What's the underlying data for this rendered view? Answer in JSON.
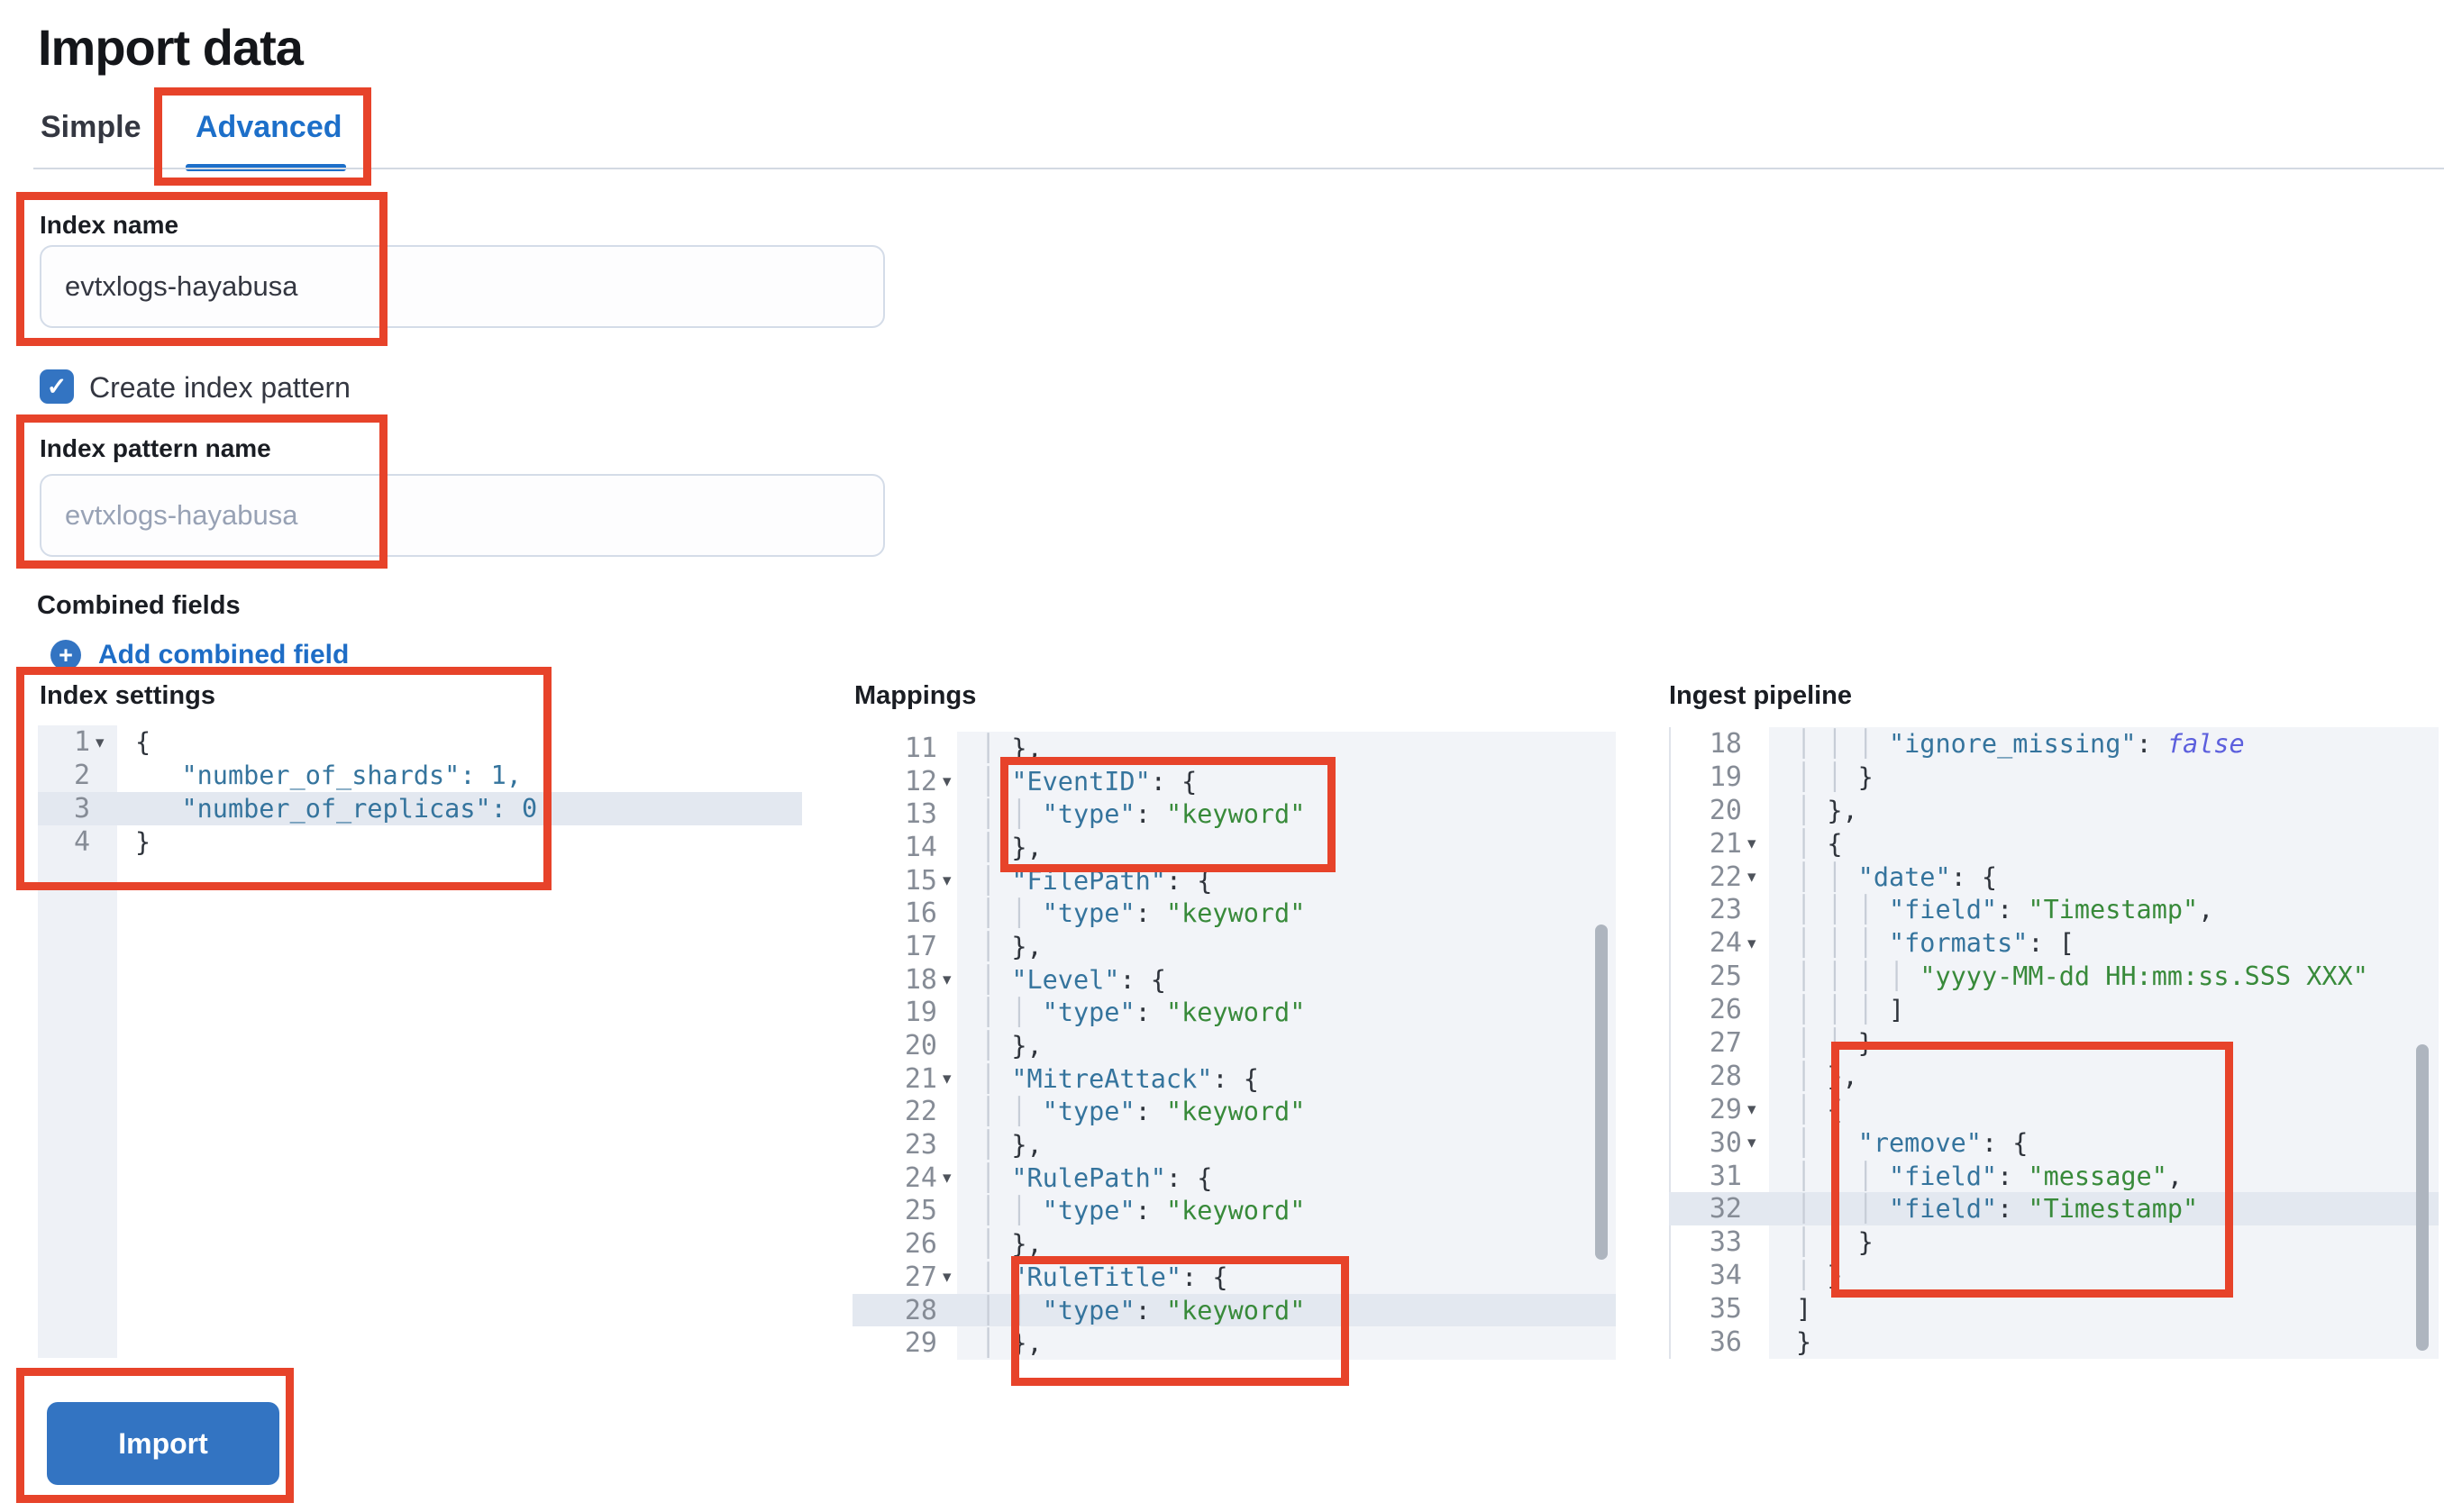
{
  "page": {
    "title": "Import data"
  },
  "tabs": {
    "simple": "Simple",
    "advanced": "Advanced"
  },
  "form": {
    "index_name_label": "Index name",
    "index_name_value": "evtxlogs-hayabusa",
    "create_index_pattern_label": "Create index pattern",
    "create_index_pattern_checked": true,
    "index_pattern_label": "Index pattern name",
    "index_pattern_placeholder": "evtxlogs-hayabusa",
    "combined_fields_label": "Combined fields",
    "add_combined_field_label": "Add combined field",
    "import_button_label": "Import"
  },
  "ui": {
    "check_icon_glyph": "✓",
    "add_icon_glyph": "+",
    "fold_icon_glyph": "▾"
  },
  "colors": {
    "accent_blue": "#3374c2",
    "active_tab_blue": "#1d6fc9",
    "link_blue": "#1e6dc6",
    "annotation_red": "#e7432a",
    "code_key_blue": "#35749d",
    "code_string_green": "#388a3a",
    "code_constant_violet": "#5c5fdd",
    "row_highlight": "#e3e8f0"
  },
  "annotations": [
    "advanced-tab",
    "index-name-field",
    "index-pattern-field",
    "index-settings-editor",
    "mappings-eventid-block",
    "mappings-ruletitle-block",
    "ingest-remove-block",
    "import-button"
  ],
  "editors": [
    {
      "label": "Index settings",
      "highlight_line": 3,
      "lines": [
        {
          "n": 1,
          "fold": true,
          "segs": [
            [
              "b",
              "{"
            ]
          ]
        },
        {
          "n": 2,
          "segs": [
            [
              "k",
              "   \"number_of_shards\": 1,"
            ]
          ]
        },
        {
          "n": 3,
          "segs": [
            [
              "k",
              "   \"number_of_replicas\": 0"
            ]
          ]
        },
        {
          "n": 4,
          "segs": [
            [
              "b",
              "}"
            ]
          ]
        }
      ]
    },
    {
      "label": "Mappings",
      "highlight_line": 28,
      "lines": [
        {
          "n": 11,
          "segs": [
            [
              "g",
              "│ "
            ],
            [
              "b",
              "},"
            ]
          ]
        },
        {
          "n": 12,
          "fold": true,
          "segs": [
            [
              "g",
              "│ "
            ],
            [
              "k",
              "\"EventID\""
            ],
            [
              "b",
              ": {"
            ]
          ]
        },
        {
          "n": 13,
          "segs": [
            [
              "g",
              "│ "
            ],
            [
              "g",
              "│ "
            ],
            [
              "k",
              "\"type\""
            ],
            [
              "b",
              ": "
            ],
            [
              "s",
              "\"keyword\""
            ]
          ]
        },
        {
          "n": 14,
          "segs": [
            [
              "g",
              "│ "
            ],
            [
              "b",
              "},"
            ]
          ]
        },
        {
          "n": 15,
          "fold": true,
          "segs": [
            [
              "g",
              "│ "
            ],
            [
              "k",
              "\"FilePath\""
            ],
            [
              "b",
              ": {"
            ]
          ]
        },
        {
          "n": 16,
          "segs": [
            [
              "g",
              "│ "
            ],
            [
              "g",
              "│ "
            ],
            [
              "k",
              "\"type\""
            ],
            [
              "b",
              ": "
            ],
            [
              "s",
              "\"keyword\""
            ]
          ]
        },
        {
          "n": 17,
          "segs": [
            [
              "g",
              "│ "
            ],
            [
              "b",
              "},"
            ]
          ]
        },
        {
          "n": 18,
          "fold": true,
          "segs": [
            [
              "g",
              "│ "
            ],
            [
              "k",
              "\"Level\""
            ],
            [
              "b",
              ": {"
            ]
          ]
        },
        {
          "n": 19,
          "segs": [
            [
              "g",
              "│ "
            ],
            [
              "g",
              "│ "
            ],
            [
              "k",
              "\"type\""
            ],
            [
              "b",
              ": "
            ],
            [
              "s",
              "\"keyword\""
            ]
          ]
        },
        {
          "n": 20,
          "segs": [
            [
              "g",
              "│ "
            ],
            [
              "b",
              "},"
            ]
          ]
        },
        {
          "n": 21,
          "fold": true,
          "segs": [
            [
              "g",
              "│ "
            ],
            [
              "k",
              "\"MitreAttack\""
            ],
            [
              "b",
              ": {"
            ]
          ]
        },
        {
          "n": 22,
          "segs": [
            [
              "g",
              "│ "
            ],
            [
              "g",
              "│ "
            ],
            [
              "k",
              "\"type\""
            ],
            [
              "b",
              ": "
            ],
            [
              "s",
              "\"keyword\""
            ]
          ]
        },
        {
          "n": 23,
          "segs": [
            [
              "g",
              "│ "
            ],
            [
              "b",
              "},"
            ]
          ]
        },
        {
          "n": 24,
          "fold": true,
          "segs": [
            [
              "g",
              "│ "
            ],
            [
              "k",
              "\"RulePath\""
            ],
            [
              "b",
              ": {"
            ]
          ]
        },
        {
          "n": 25,
          "segs": [
            [
              "g",
              "│ "
            ],
            [
              "g",
              "│ "
            ],
            [
              "k",
              "\"type\""
            ],
            [
              "b",
              ": "
            ],
            [
              "s",
              "\"keyword\""
            ]
          ]
        },
        {
          "n": 26,
          "segs": [
            [
              "g",
              "│ "
            ],
            [
              "b",
              "},"
            ]
          ]
        },
        {
          "n": 27,
          "fold": true,
          "segs": [
            [
              "g",
              "│ "
            ],
            [
              "k",
              "\"RuleTitle\""
            ],
            [
              "b",
              ": {"
            ]
          ]
        },
        {
          "n": 28,
          "segs": [
            [
              "g",
              "│ "
            ],
            [
              "g",
              "│ "
            ],
            [
              "k",
              "\"type\""
            ],
            [
              "b",
              ": "
            ],
            [
              "s",
              "\"keyword\""
            ]
          ]
        },
        {
          "n": 29,
          "segs": [
            [
              "g",
              "│ "
            ],
            [
              "b",
              "},"
            ]
          ]
        }
      ]
    },
    {
      "label": "Ingest pipeline",
      "highlight_line": 32,
      "lines": [
        {
          "n": 18,
          "segs": [
            [
              "g",
              "│ "
            ],
            [
              "g",
              "│ "
            ],
            [
              "g",
              "│ "
            ],
            [
              "k",
              "\"ignore_missing\""
            ],
            [
              "b",
              ": "
            ],
            [
              "f",
              "false"
            ]
          ]
        },
        {
          "n": 19,
          "segs": [
            [
              "g",
              "│ "
            ],
            [
              "g",
              "│ "
            ],
            [
              "b",
              "}"
            ]
          ]
        },
        {
          "n": 20,
          "segs": [
            [
              "g",
              "│ "
            ],
            [
              "b",
              "},"
            ]
          ]
        },
        {
          "n": 21,
          "fold": true,
          "segs": [
            [
              "g",
              "│ "
            ],
            [
              "b",
              "{"
            ]
          ]
        },
        {
          "n": 22,
          "fold": true,
          "segs": [
            [
              "g",
              "│ "
            ],
            [
              "g",
              "│ "
            ],
            [
              "k",
              "\"date\""
            ],
            [
              "b",
              ": {"
            ]
          ]
        },
        {
          "n": 23,
          "segs": [
            [
              "g",
              "│ "
            ],
            [
              "g",
              "│ "
            ],
            [
              "g",
              "│ "
            ],
            [
              "k",
              "\"field\""
            ],
            [
              "b",
              ": "
            ],
            [
              "s",
              "\"Timestamp\""
            ],
            [
              "b",
              ","
            ]
          ]
        },
        {
          "n": 24,
          "fold": true,
          "segs": [
            [
              "g",
              "│ "
            ],
            [
              "g",
              "│ "
            ],
            [
              "g",
              "│ "
            ],
            [
              "k",
              "\"formats\""
            ],
            [
              "b",
              ": ["
            ]
          ]
        },
        {
          "n": 25,
          "segs": [
            [
              "g",
              "│ "
            ],
            [
              "g",
              "│ "
            ],
            [
              "g",
              "│ "
            ],
            [
              "g",
              "│ "
            ],
            [
              "s",
              "\"yyyy-MM-dd HH:mm:ss.SSS XXX\""
            ]
          ]
        },
        {
          "n": 26,
          "segs": [
            [
              "g",
              "│ "
            ],
            [
              "g",
              "│ "
            ],
            [
              "g",
              "│ "
            ],
            [
              "b",
              "]"
            ]
          ]
        },
        {
          "n": 27,
          "segs": [
            [
              "g",
              "│ "
            ],
            [
              "g",
              "│ "
            ],
            [
              "b",
              "}"
            ]
          ]
        },
        {
          "n": 28,
          "segs": [
            [
              "g",
              "│ "
            ],
            [
              "b",
              "},"
            ]
          ]
        },
        {
          "n": 29,
          "fold": true,
          "segs": [
            [
              "g",
              "│ "
            ],
            [
              "b",
              "{"
            ]
          ]
        },
        {
          "n": 30,
          "fold": true,
          "segs": [
            [
              "g",
              "│ "
            ],
            [
              "g",
              "│ "
            ],
            [
              "k",
              "\"remove\""
            ],
            [
              "b",
              ": {"
            ]
          ]
        },
        {
          "n": 31,
          "segs": [
            [
              "g",
              "│ "
            ],
            [
              "g",
              "│ "
            ],
            [
              "g",
              "│ "
            ],
            [
              "k",
              "\"field\""
            ],
            [
              "b",
              ": "
            ],
            [
              "s",
              "\"message\""
            ],
            [
              "b",
              ","
            ]
          ]
        },
        {
          "n": 32,
          "segs": [
            [
              "g",
              "│ "
            ],
            [
              "g",
              "│ "
            ],
            [
              "g",
              "│ "
            ],
            [
              "k",
              "\"field\""
            ],
            [
              "b",
              ": "
            ],
            [
              "s",
              "\"Timestamp\""
            ]
          ]
        },
        {
          "n": 33,
          "segs": [
            [
              "g",
              "│ "
            ],
            [
              "g",
              "│ "
            ],
            [
              "b",
              "}"
            ]
          ]
        },
        {
          "n": 34,
          "segs": [
            [
              "g",
              "│ "
            ],
            [
              "b",
              "}"
            ]
          ]
        },
        {
          "n": 35,
          "segs": [
            [
              "b",
              "]"
            ]
          ]
        },
        {
          "n": 36,
          "segs": [
            [
              "b",
              "}"
            ]
          ]
        }
      ]
    }
  ]
}
